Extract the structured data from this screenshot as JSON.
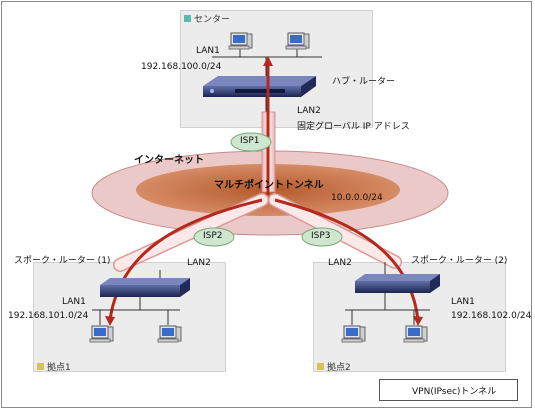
{
  "center": {
    "label": "センター",
    "lan1": "LAN1",
    "lan1_net": "192.168.100.0/24",
    "router": "ハブ・ルーター",
    "lan2": "LAN2",
    "lan2_desc": "固定グローバル IP アドレス"
  },
  "internet": {
    "label": "インターネット",
    "tunnel": "マルチポイントトンネル",
    "tunnel_net": "10.0.0.0/24"
  },
  "isp": {
    "isp1": "ISP1",
    "isp2": "ISP2",
    "isp3": "ISP3"
  },
  "site1": {
    "label": "拠点1",
    "router": "スポーク・ルーター (1)",
    "lan1": "LAN1",
    "lan1_net": "192.168.101.0/24",
    "lan2": "LAN2"
  },
  "site2": {
    "label": "拠点2",
    "router": "スポーク・ルーター (2)",
    "lan1": "LAN1",
    "lan1_net": "192.168.102.0/24",
    "lan2": "LAN2"
  },
  "legend": {
    "label": "VPN(IPsec)トンネル"
  },
  "colors": {
    "center_square": "#5bb9b0",
    "site_square": "#d8c35a",
    "tunnel": "#c0311f",
    "cloud_outer": "#e8c5c5",
    "cloud_inner": "#c4704a"
  }
}
